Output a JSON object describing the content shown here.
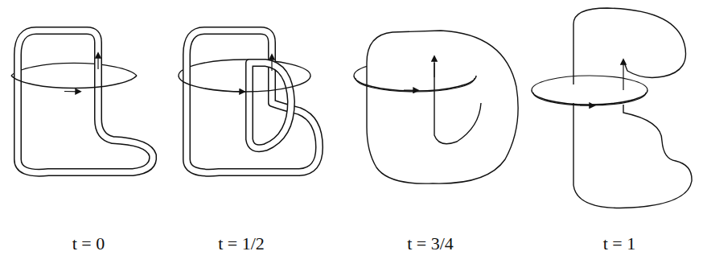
{
  "diagram": {
    "labels": [
      "t = 0",
      "t = 1/2",
      "t = 3/4",
      "t = 1"
    ]
  }
}
